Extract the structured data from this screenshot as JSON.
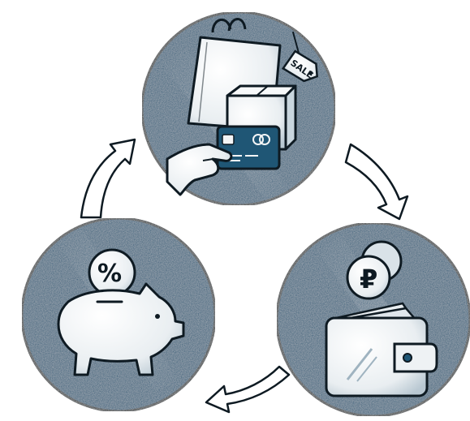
{
  "colors": {
    "circle_fill": "#1f5675",
    "circle_dark": "#163f57",
    "outline": "#0e1a22",
    "object_fill": "#f3f5f6",
    "background": "#ffffff"
  },
  "shopping": {
    "tag_label": "SALE",
    "icons": [
      "shopping-bag-icon",
      "sale-tag-icon",
      "box-icon",
      "credit-card-icon",
      "hand-icon"
    ]
  },
  "savings": {
    "coin_symbol": "%",
    "icons": [
      "piggy-bank-icon",
      "percent-coin-icon"
    ]
  },
  "income": {
    "coin_symbol": "₽",
    "icons": [
      "wallet-icon",
      "ruble-coin-icon"
    ]
  },
  "cycle_arrows": [
    "arrow-shopping-to-income",
    "arrow-income-to-savings",
    "arrow-savings-to-shopping"
  ]
}
